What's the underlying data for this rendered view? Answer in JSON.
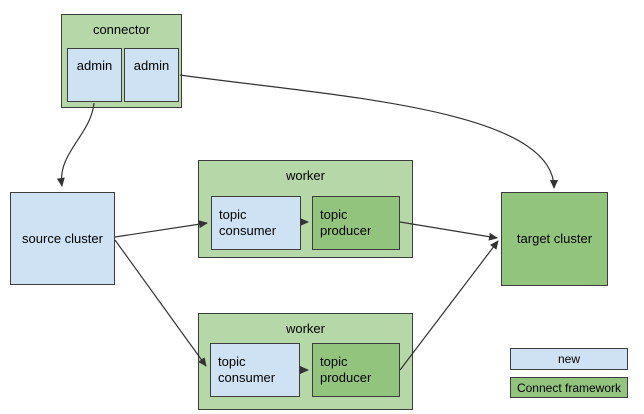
{
  "nodes": {
    "connector": "connector",
    "admin_left": "admin",
    "admin_right": "admin",
    "source_cluster": "source cluster",
    "worker_top": "worker",
    "topic_consumer_top": "topic consumer",
    "topic_producer_top": "topic producer",
    "worker_bottom": "worker",
    "topic_consumer_bottom": "topic consumer",
    "topic_producer_bottom": "topic producer",
    "target_cluster": "target cluster"
  },
  "legend": {
    "new": "new",
    "connect_framework": "Connect framework"
  },
  "colors": {
    "light_green": "#b6d7a8",
    "green": "#93c47d",
    "light_blue": "#cfe2f3",
    "border": "#3d3d3d",
    "arrow": "#333333"
  }
}
